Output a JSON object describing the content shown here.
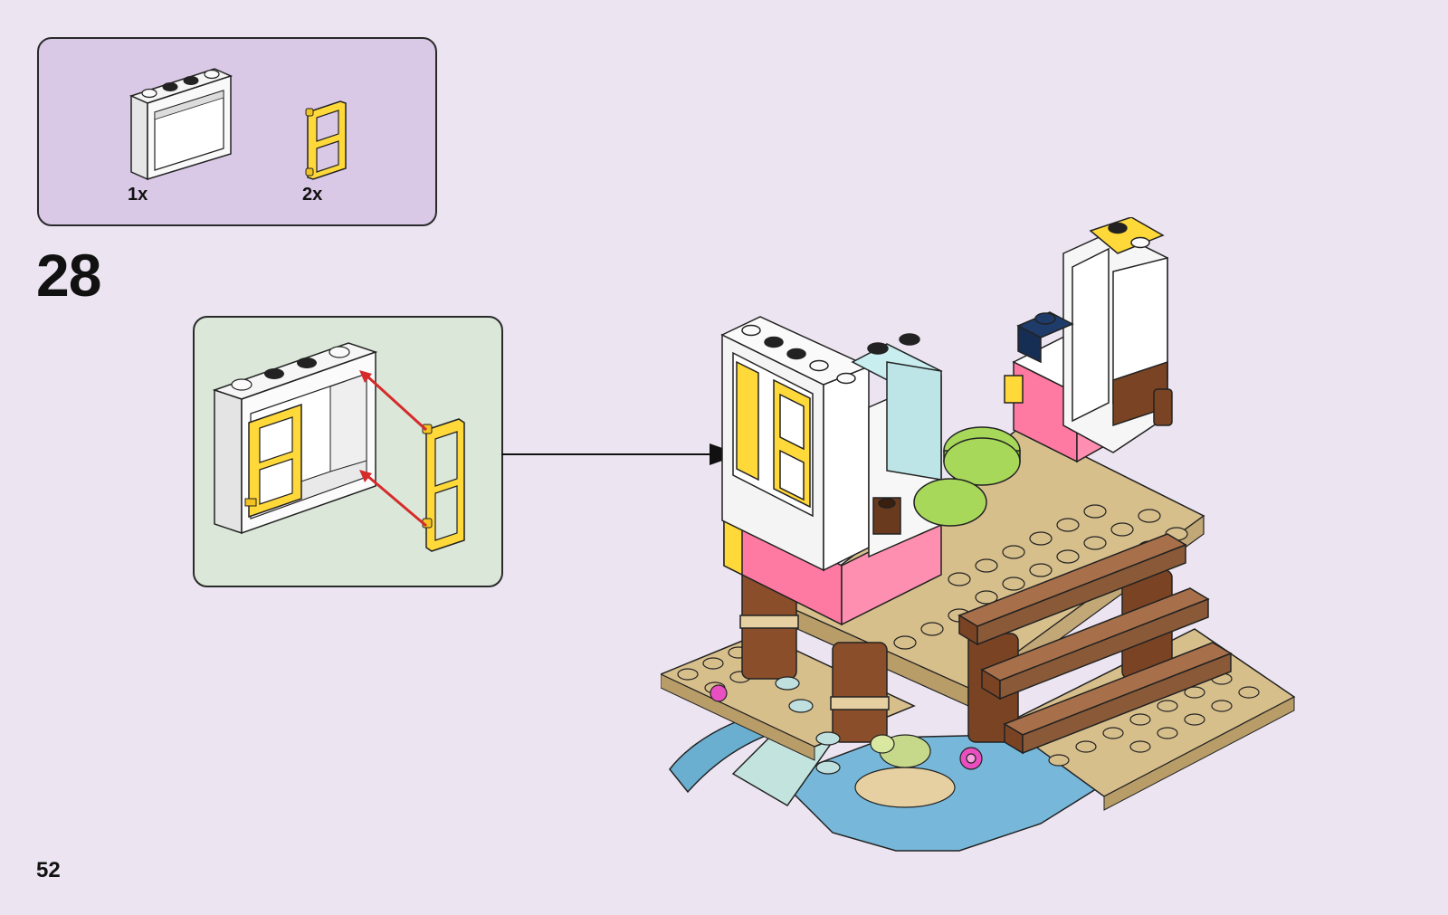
{
  "step": {
    "number": "28"
  },
  "parts": [
    {
      "name": "white-window-frame",
      "quantity": "1x"
    },
    {
      "name": "yellow-window-shutter",
      "quantity": "2x"
    }
  ],
  "page": {
    "number": "52"
  },
  "colors": {
    "background": "#ece5f1",
    "parts_box": "#d9c9e6",
    "callout_box": "#dbe8d9",
    "yellow": "#ffd83a",
    "pink": "#ff7aa2",
    "tan": "#d7bf8c",
    "brown": "#8a4e2a",
    "lime": "#a7d85a",
    "water": "#77b8da",
    "arrow_red": "#d52b2b"
  }
}
